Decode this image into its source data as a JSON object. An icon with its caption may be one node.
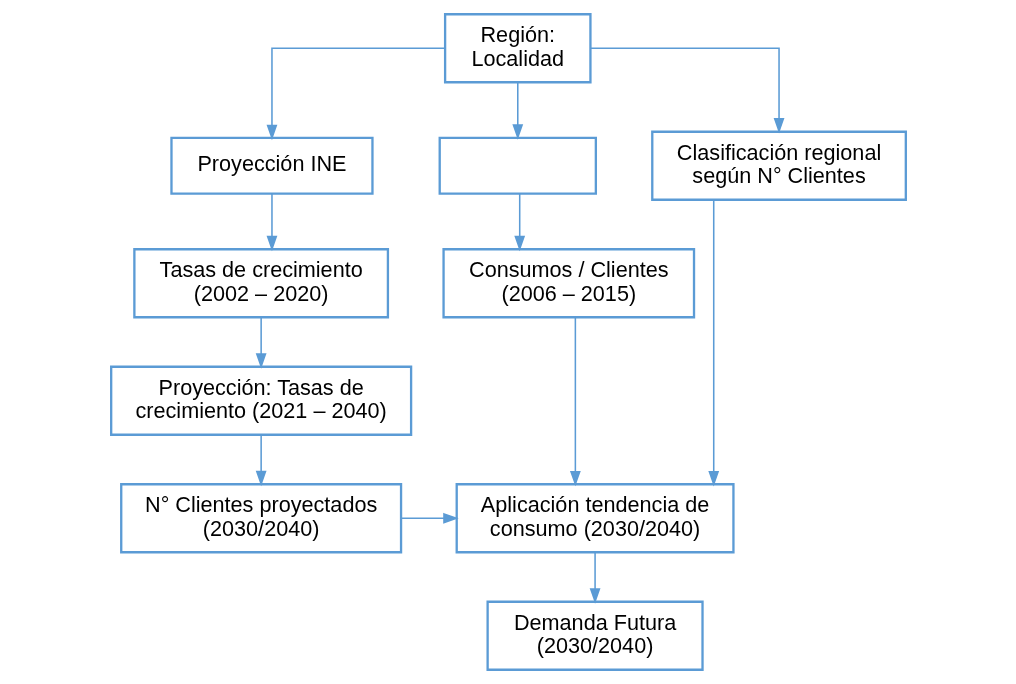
{
  "diagram": {
    "nodes": [
      {
        "text": [
          "Región: Localidad"
        ]
      },
      {
        "text": [
          "Proyección INE"
        ]
      },
      {
        "text": [],
        "shape": "box"
      },
      {
        "text": [
          "Clasificación regional según N° Clientes"
        ]
      },
      {
        "text": [
          "Tasas de crecimiento (2002 – 2020)"
        ]
      },
      {
        "text": [
          "Consumos / Clientes (2006 – 2015)"
        ]
      },
      {
        "text": [
          "Proyección: Tasas de crecimiento (2021 – 2040)"
        ]
      },
      {
        "text": [
          "Aplicación tendencia de consumo (2030/2040)"
        ]
      },
      {
        "text": [
          "N° Clientes proyectados (2030/2040)"
        ]
      },
      {
        "text": [
          "Demanda Futura (2030/2040)"
        ]
      }
    ],
    "edges": [
      {
        "from": 0,
        "to": 1,
        "arrow": "to"
      },
      {
        "from": 0,
        "to": 2,
        "arrow": "to"
      },
      {
        "from": 0,
        "to": 3,
        "arrow": "to"
      },
      {
        "from": 1,
        "to": 4,
        "arrow": "to"
      },
      {
        "from": 2,
        "to": 5,
        "arrow": "to"
      },
      {
        "from": 4,
        "to": 6,
        "arrow": "to"
      },
      {
        "from": 6,
        "to": 8,
        "arrow": "to"
      },
      {
        "from": 8,
        "to": 7,
        "arrow": "to"
      },
      {
        "from": 5,
        "to": 7,
        "arrow": "to"
      },
      {
        "from": 3,
        "to": 7,
        "arrow": "to"
      },
      {
        "from": 7,
        "to": 9,
        "arrow": "to"
      }
    ]
  }
}
